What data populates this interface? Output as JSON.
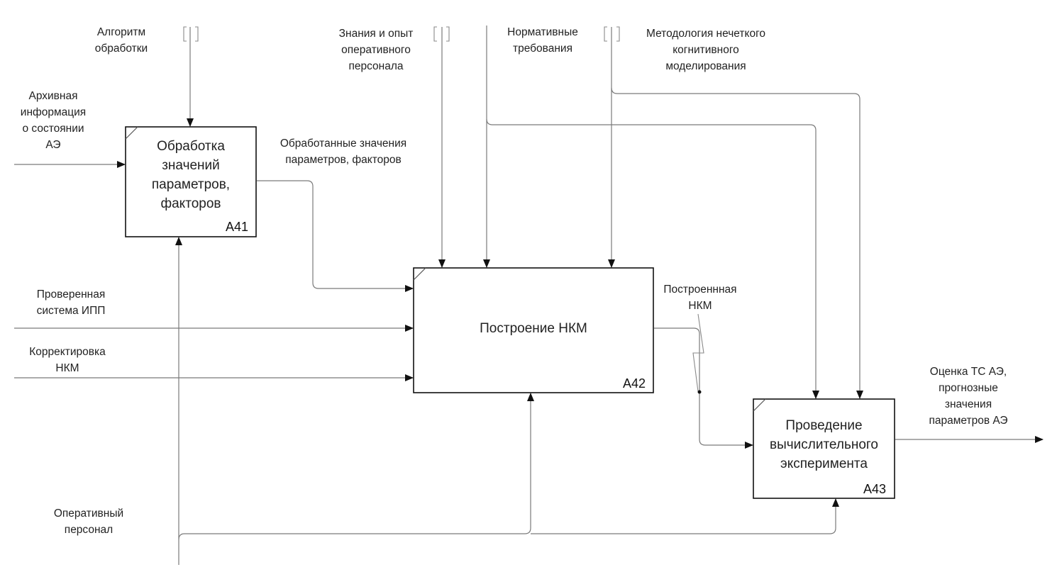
{
  "diagram": {
    "type": "IDEF0",
    "activities": [
      {
        "id": "A41",
        "title": "Обработка\nзначений\nпараметров,\nфакторов"
      },
      {
        "id": "A42",
        "title": "Построение НКМ"
      },
      {
        "id": "A43",
        "title": "Проведение\nвычислительного\nэксперимента"
      }
    ],
    "arrows": {
      "algorithm": "Алгоритм\nобработки",
      "knowledge": "Знания и опыт\nоперативного\nперсонала",
      "normative": "Нормативные\nтребования",
      "methodology": "Методология нечеткого\nкогнитивного\nмоделирования",
      "archive": "Архивная\nинформация\nо состоянии\nАЭ",
      "processed": "Обработанные значения\nпараметров, факторов",
      "verified": "Проверенная\nсистема ИПП",
      "correction": "Корректировка\nНКМ",
      "built": "Построеннная\nНКМ",
      "result": "Оценка ТС АЭ,\nпрогнозные\nзначения\nпараметров АЭ",
      "staff": "Оперативный\nперсонал"
    }
  }
}
